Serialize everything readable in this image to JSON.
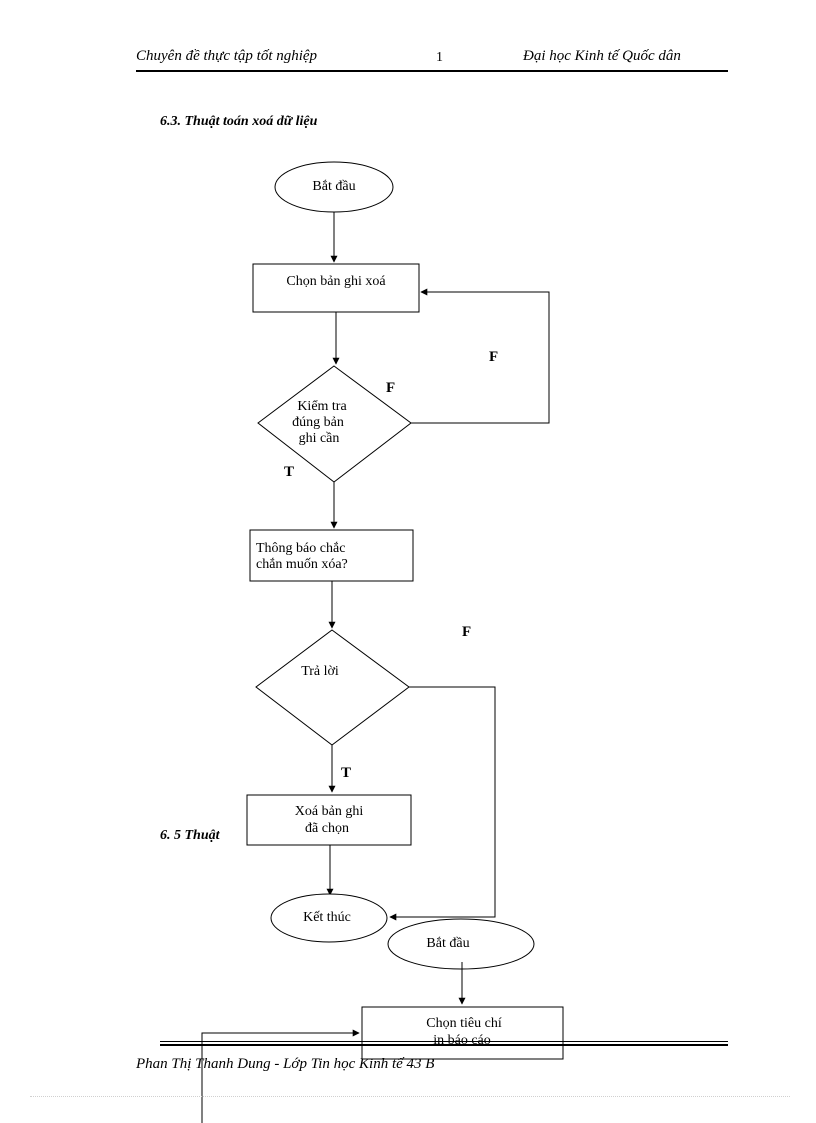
{
  "header": {
    "left": "Chuyên đề thực tập tốt nghiệp",
    "page_number": "1",
    "right": "Đại học Kinh tế Quốc dân"
  },
  "section_title": "6.3.  Thuật toán xoá dữ liệu",
  "section2_title": "6. 5 Thuật",
  "flowchart": {
    "start": "Bắt đầu",
    "select_record": "Chọn bản ghi xoá",
    "check_line1": "Kiểm tra",
    "check_line2": "đúng bản",
    "check_line3": "ghi cần",
    "confirm_line1": "Thông báo chắc",
    "confirm_line2": "chắn muốn xóa?",
    "answer": "Trả lời",
    "delete_line1": "Xoá bản ghi",
    "delete_line2": "đã chọn",
    "end": "Kết thúc",
    "start2": "Bắt đầu",
    "criteria_line1": "Chọn tiêu chí",
    "criteria_line2": "in báo cáo",
    "label_f1": "F",
    "label_f2": "F",
    "label_t1": "T",
    "label_f3": "F",
    "label_t2": "T"
  },
  "footer": "Phan Thị Thanh Dung - Lớp Tin học Kinh tế 43 B"
}
